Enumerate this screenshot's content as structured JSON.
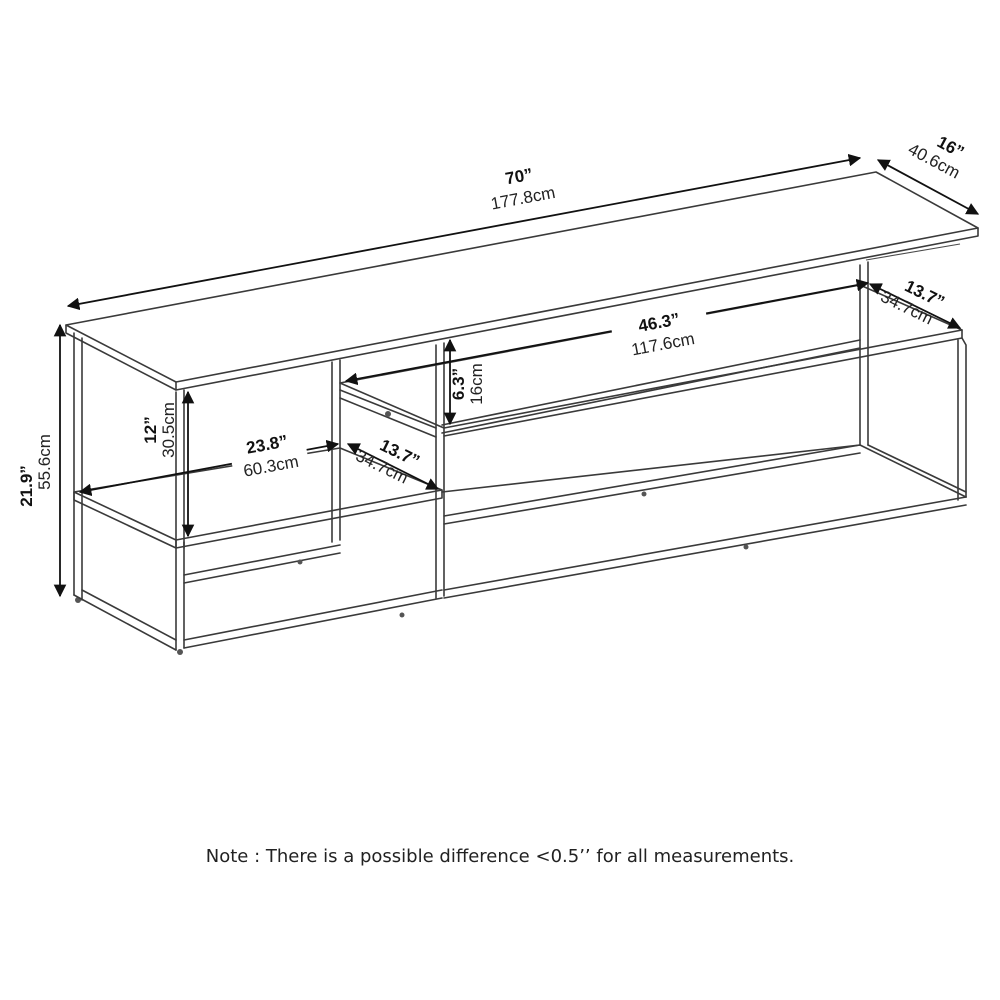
{
  "dimensions": {
    "width": {
      "imperial": "70”",
      "metric": "177.8cm"
    },
    "depth": {
      "imperial": "16”",
      "metric": "40.6cm"
    },
    "height": {
      "imperial": "21.9”",
      "metric": "55.6cm"
    },
    "left_opening_height": {
      "imperial": "12”",
      "metric": "30.5cm"
    },
    "left_shelf_width": {
      "imperial": "23.8”",
      "metric": "60.3cm"
    },
    "left_shelf_depth": {
      "imperial": "13.7”",
      "metric": "34.7cm"
    },
    "right_shelf_width": {
      "imperial": "46.3”",
      "metric": "117.6cm"
    },
    "right_shelf_depth": {
      "imperial": "13.7”",
      "metric": "34.7cm"
    },
    "upper_opening_height": {
      "imperial": "6.3”",
      "metric": "16cm"
    }
  },
  "note": "Note : There is a possible difference <0.5’’ for all measurements."
}
